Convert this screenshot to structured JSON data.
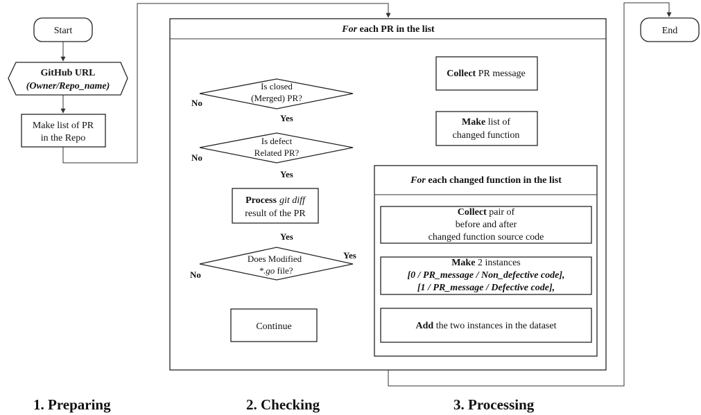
{
  "nodes": {
    "start": "Start",
    "github": {
      "title": "GitHub URL",
      "sub": "(Owner/Repo_name)"
    },
    "make_list_pr": [
      "Make list of PR",
      "in the Repo"
    ],
    "end": "End",
    "loop_pr": {
      "kw": "For",
      "rest": " each PR in the list"
    },
    "closed": [
      "Is closed",
      "(Merged) PR?"
    ],
    "defect": [
      "Is defect",
      "Related PR?"
    ],
    "process": {
      "b": "Process",
      "i": "git diff",
      "line2": "result of the PR"
    },
    "modified": {
      "l1": "Does Modified",
      "i": "*.go",
      "t": " file?"
    },
    "continue": "Continue",
    "collect_pr": {
      "b": "Collect",
      "t": " PR message"
    },
    "make_list_fn": {
      "b": "Make",
      "t": " list of",
      "line2": "changed function"
    },
    "loop_fn": {
      "kw": "For",
      "rest": " each changed function in the list"
    },
    "collect_pair": {
      "b": "Collect",
      "t": " pair of",
      "line2": "before and after",
      "line3": "changed function source code"
    },
    "make_inst": {
      "b": "Make",
      "t": " 2 instances",
      "line2": "[0 / PR_message / Non_defective code],",
      "line3": "[1 / PR_message / Defective code],"
    },
    "add": {
      "b": "Add",
      "t": " the two instances in the dataset"
    }
  },
  "labels": {
    "yes": "Yes",
    "no": "No"
  },
  "sections": [
    "1. Preparing",
    "2. Checking",
    "3. Processing"
  ]
}
